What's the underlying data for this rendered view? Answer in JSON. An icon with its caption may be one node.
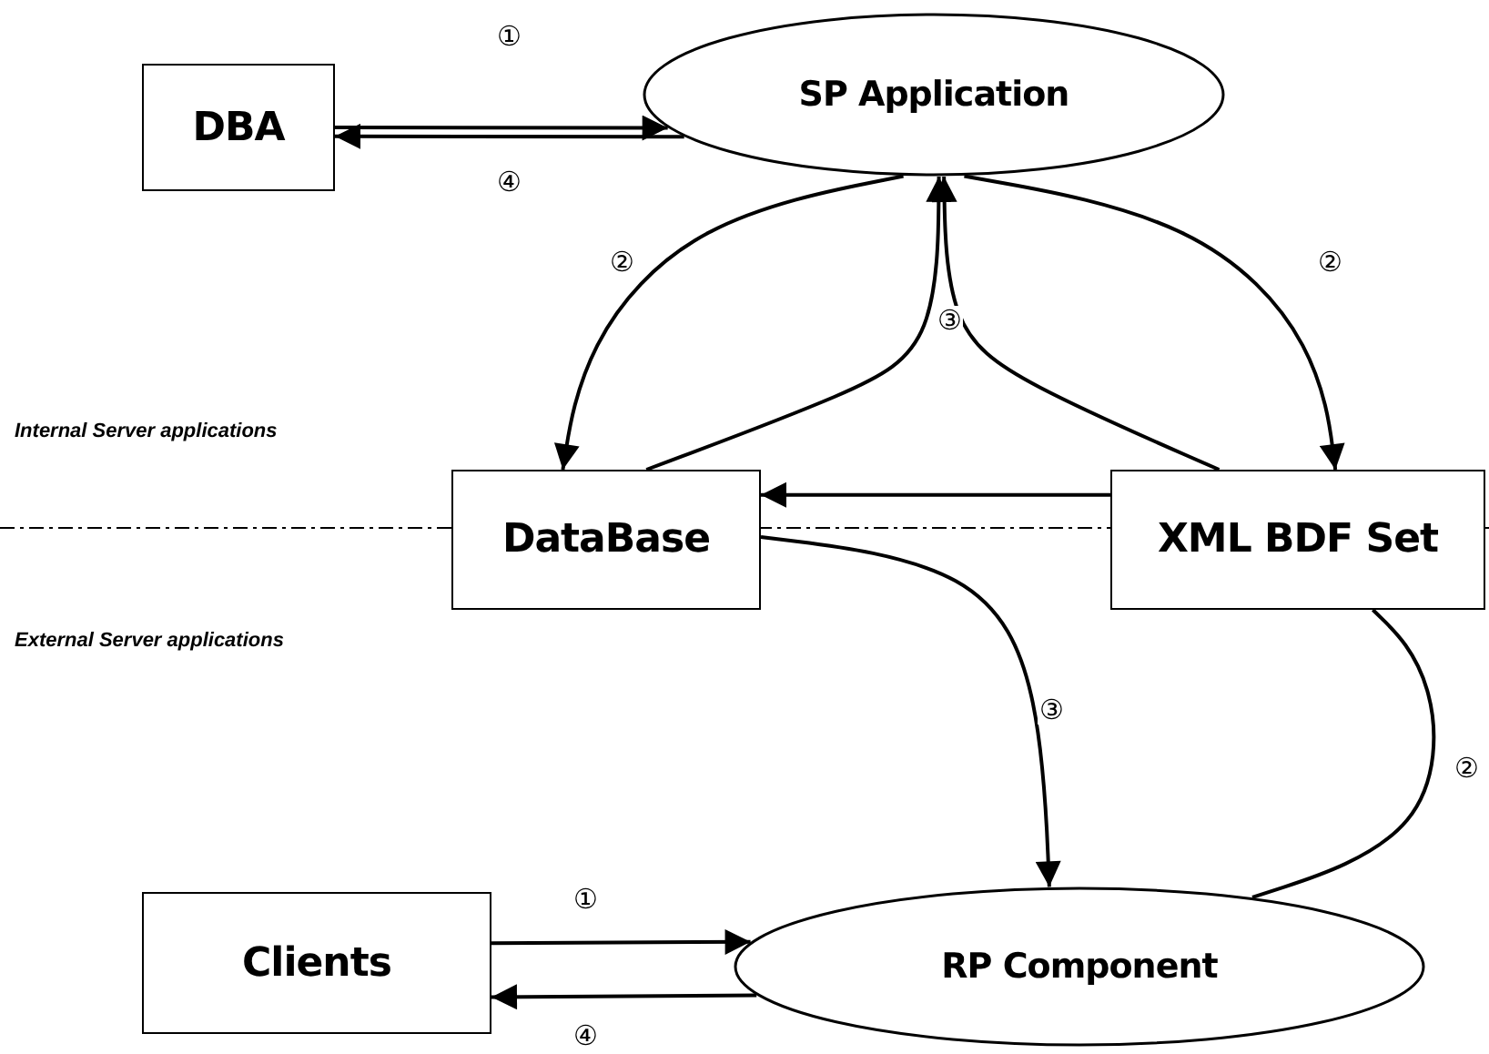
{
  "diagram": {
    "nodes": [
      {
        "text": [
          "DBA"
        ]
      },
      {
        "text": [
          "SP Application"
        ]
      },
      {
        "text": [
          "DataBase"
        ]
      },
      {
        "text": [
          "XML BDF Set"
        ]
      },
      {
        "text": [
          "Clients"
        ]
      },
      {
        "text": [
          "RP Component"
        ]
      }
    ],
    "edges": [
      {
        "from": 0,
        "to": 1,
        "arrow": "to",
        "label": "①"
      },
      {
        "from": 1,
        "to": 0,
        "arrow": "to",
        "label": "④"
      },
      {
        "from": 1,
        "to": 2,
        "arrow": "to",
        "label": "②"
      },
      {
        "from": 1,
        "to": 3,
        "arrow": "to",
        "label": "②"
      },
      {
        "from": 2,
        "to": 1,
        "arrow": "to",
        "label": "③"
      },
      {
        "from": 3,
        "to": 1,
        "arrow": "to"
      },
      {
        "from": 3,
        "to": 2,
        "arrow": "to"
      },
      {
        "from": 2,
        "to": 5,
        "arrow": "to",
        "label": "③"
      },
      {
        "from": 5,
        "to": 3,
        "arrow": "none",
        "label": "②"
      },
      {
        "from": 4,
        "to": 5,
        "arrow": "to",
        "label": "①"
      },
      {
        "from": 5,
        "to": 4,
        "arrow": "to",
        "label": "④"
      }
    ],
    "labels": [
      "Internal Server applications",
      "External Server applications"
    ]
  }
}
